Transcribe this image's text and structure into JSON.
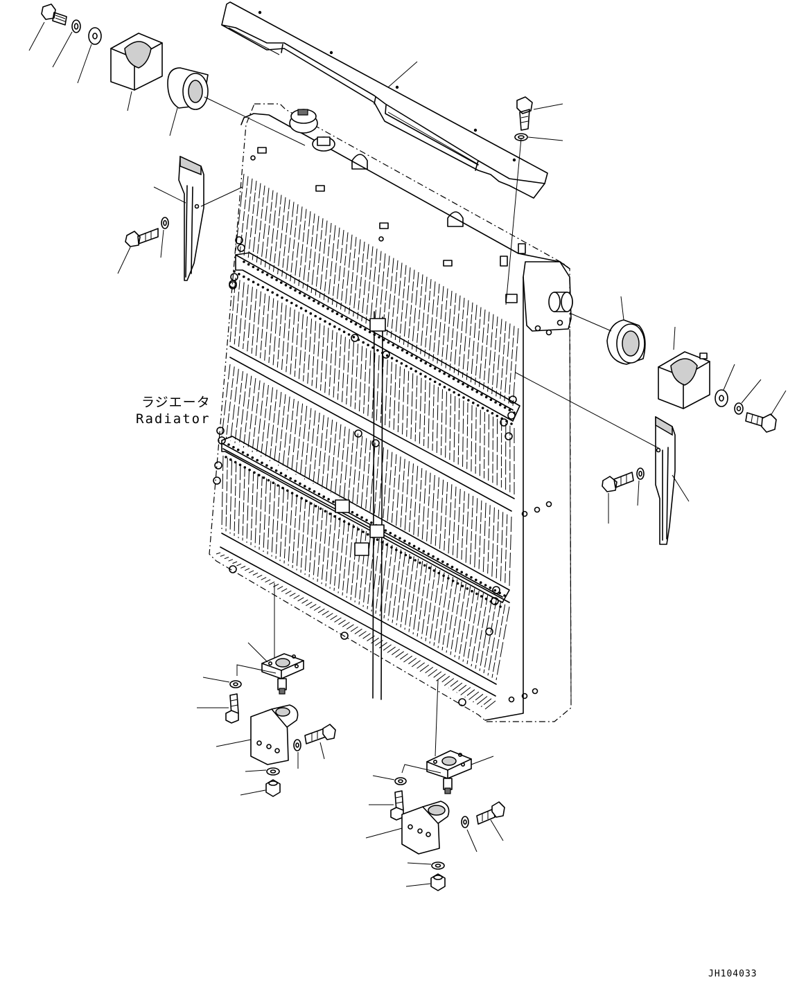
{
  "labels": {
    "radiator_ja": "ラジエータ",
    "radiator_en": "Radiator",
    "drawing_id": "JH104033"
  },
  "parts": [
    {
      "name": "top-cover",
      "kind": "cover plate"
    },
    {
      "name": "radiator-core",
      "kind": "radiator"
    },
    {
      "name": "upper-left-bolt",
      "kind": "bolt"
    },
    {
      "name": "upper-left-washer",
      "kind": "washer"
    },
    {
      "name": "upper-left-plate-washer",
      "kind": "washer"
    },
    {
      "name": "upper-left-clamp",
      "kind": "clamp block"
    },
    {
      "name": "upper-left-bushing",
      "kind": "bushing"
    },
    {
      "name": "left-stay",
      "kind": "stay bracket"
    },
    {
      "name": "right-bushing",
      "kind": "bushing"
    },
    {
      "name": "right-clamp",
      "kind": "clamp block"
    },
    {
      "name": "right-stay",
      "kind": "stay bracket"
    },
    {
      "name": "bottom-mount-left",
      "kind": "mount"
    },
    {
      "name": "bottom-mount-right",
      "kind": "mount"
    }
  ]
}
